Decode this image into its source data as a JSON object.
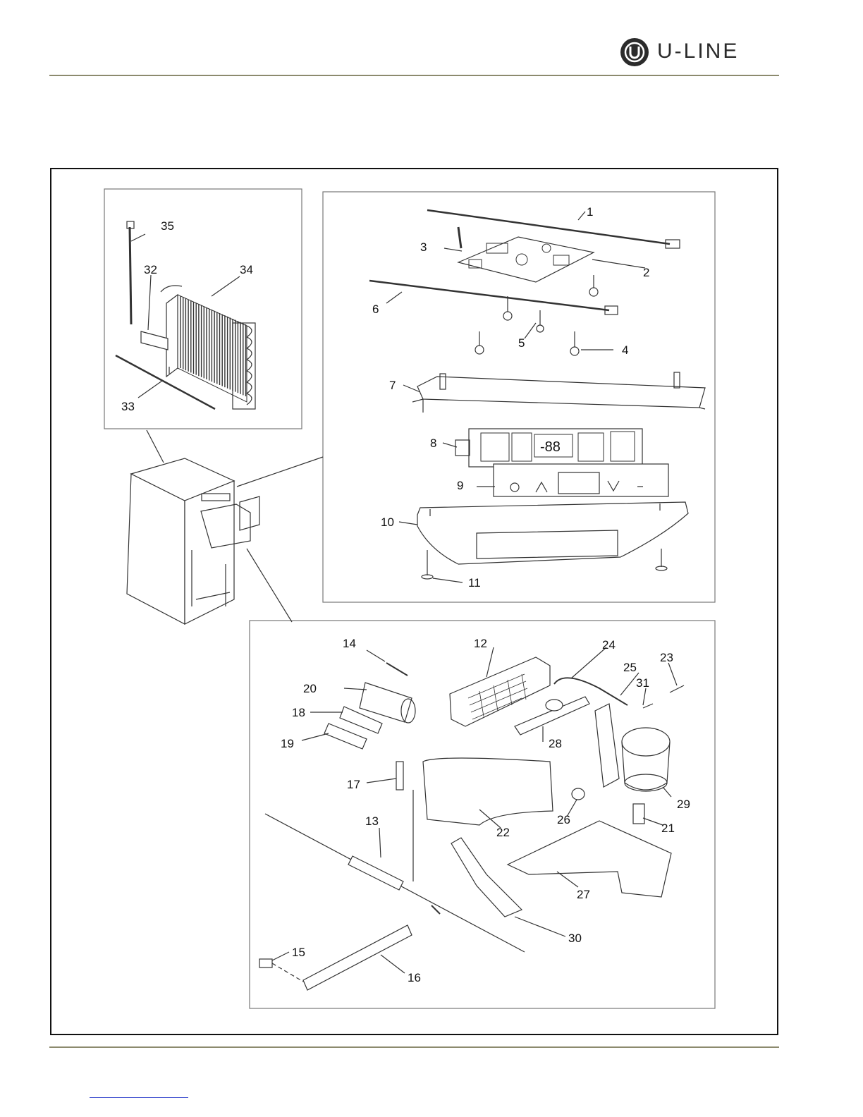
{
  "header": {
    "brand": "U-LINE",
    "logo_icon": "u-line-logo-icon"
  },
  "parts": [
    {
      "n": "1"
    },
    {
      "n": "2"
    },
    {
      "n": "3"
    },
    {
      "n": "4"
    },
    {
      "n": "5"
    },
    {
      "n": "6"
    },
    {
      "n": "7"
    },
    {
      "n": "8"
    },
    {
      "n": "9"
    },
    {
      "n": "10"
    },
    {
      "n": "11"
    },
    {
      "n": "12"
    },
    {
      "n": "13"
    },
    {
      "n": "14"
    },
    {
      "n": "15"
    },
    {
      "n": "16"
    },
    {
      "n": "17"
    },
    {
      "n": "18"
    },
    {
      "n": "19"
    },
    {
      "n": "20"
    },
    {
      "n": "21"
    },
    {
      "n": "22"
    },
    {
      "n": "23"
    },
    {
      "n": "24"
    },
    {
      "n": "25"
    },
    {
      "n": "26"
    },
    {
      "n": "27"
    },
    {
      "n": "28"
    },
    {
      "n": "29"
    },
    {
      "n": "30"
    },
    {
      "n": "31"
    },
    {
      "n": "32"
    },
    {
      "n": "33"
    },
    {
      "n": "34"
    },
    {
      "n": "35"
    }
  ],
  "colors": {
    "rule": "#8c8a6e",
    "frame": "#111111",
    "link": "#3344cc"
  }
}
